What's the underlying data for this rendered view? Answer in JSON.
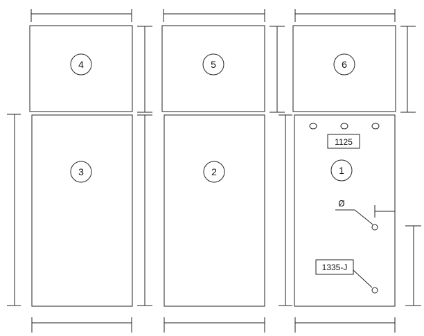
{
  "panels": [
    {
      "id": "panel-4",
      "label": "4"
    },
    {
      "id": "panel-5",
      "label": "5"
    },
    {
      "id": "panel-6",
      "label": "6"
    },
    {
      "id": "panel-3",
      "label": "3"
    },
    {
      "id": "panel-2",
      "label": "2"
    },
    {
      "id": "panel-1",
      "label": "1"
    }
  ],
  "tags": {
    "top_tag": "1125",
    "bottom_tag": "1335-J",
    "symbol": "Ø"
  },
  "colors": {
    "stroke": "#222222",
    "background": "#ffffff"
  }
}
